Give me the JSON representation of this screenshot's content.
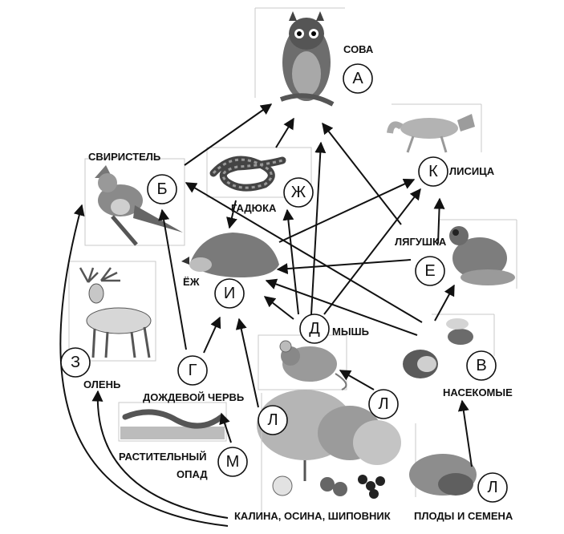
{
  "nodes": {
    "owl": {
      "letter": "А",
      "label": "СОВА"
    },
    "waxwing": {
      "letter": "Б",
      "label": "СВИРИСТЕЛЬ"
    },
    "insects": {
      "letter": "В",
      "label": "НАСЕКОМЫЕ"
    },
    "worm": {
      "letter": "Г",
      "label": "ДОЖДЕВОЙ ЧЕРВЬ"
    },
    "mouse": {
      "letter": "Д",
      "label": "МЫШЬ"
    },
    "frog": {
      "letter": "Е",
      "label": "ЛЯГУШКА"
    },
    "viper": {
      "letter": "Ж",
      "label": "ГАДЮКА"
    },
    "deer": {
      "letter": "З",
      "label": "ОЛЕНЬ"
    },
    "hedgehog": {
      "letter": "И",
      "label": "ЁЖ"
    },
    "fox": {
      "letter": "К",
      "label": "ЛИСИЦА"
    },
    "plants": {
      "letter_1": "Л",
      "letter_2": "Л",
      "label": "КАЛИНА, ОСИНА, ШИПОВНИК"
    },
    "fruits": {
      "letter": "Л",
      "label": "ПЛОДЫ И СЕМЕНА"
    },
    "litter": {
      "letter": "М",
      "label_1": "РАСТИТЕЛЬНЫЙ",
      "label_2": "ОПАД"
    }
  }
}
